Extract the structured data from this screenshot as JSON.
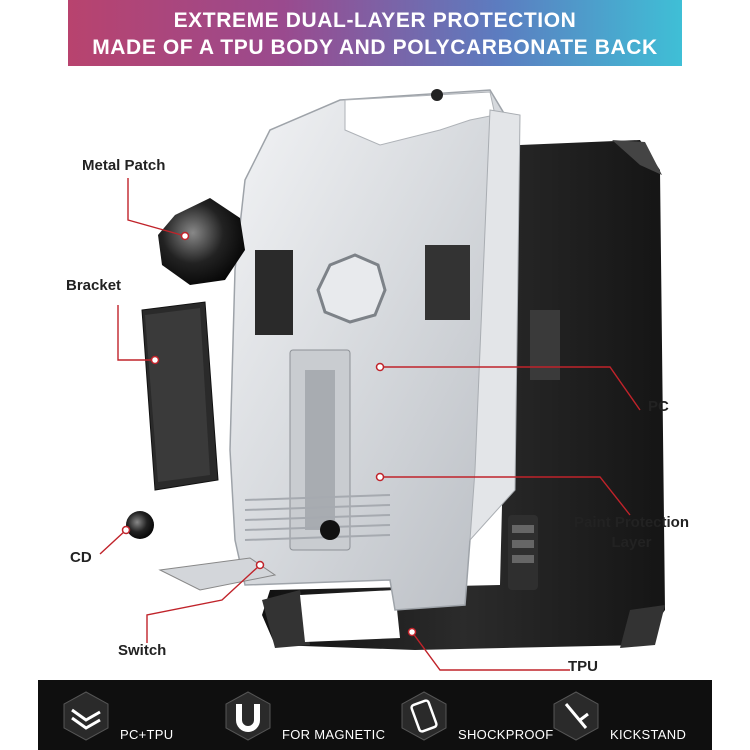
{
  "banner": {
    "line1": "EXTREME DUAL-LAYER PROTECTION",
    "line2": "MADE OF A TPU BODY AND POLYCARBONATE BACK"
  },
  "callouts": {
    "metal_patch": "Metal Patch",
    "bracket": "Bracket",
    "cd": "CD",
    "switch": "Switch",
    "pc": "PC",
    "paint_line1": "Paint Protection",
    "paint_line2": "Layer",
    "tpu": "TPU"
  },
  "features": [
    {
      "label": "PC+TPU",
      "icon": "bent-sheet-icon"
    },
    {
      "label": "FOR MAGNETIC",
      "icon": "magnet-icon"
    },
    {
      "label": "SHOCKPROOF",
      "icon": "phone-shake-icon"
    },
    {
      "label": "KICKSTAND",
      "icon": "kickstand-icon"
    }
  ],
  "colors": {
    "accent_red": "#c0232a",
    "case_black": "#1b1b1b",
    "shell_silver": "#d9dce0",
    "banner_start": "#b8436e",
    "banner_end": "#3fbfd6"
  }
}
